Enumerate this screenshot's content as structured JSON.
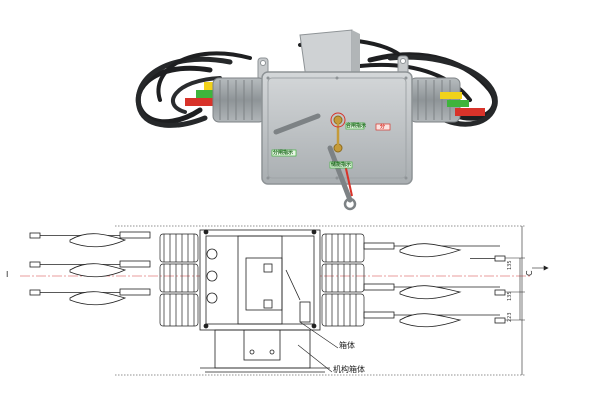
{
  "photo": {
    "panel_labels": {
      "left_plate": "分闸指示",
      "lever_plate": "合闸指示",
      "bottom_plate": "储能指示",
      "warning_plate": "分"
    }
  },
  "drawing": {
    "dims": {
      "upper_spacing": "135",
      "lower_spacing": "135",
      "bottom_offset": "223"
    },
    "overall_height_label": "C",
    "side_marker": "I",
    "callouts": {
      "box": "箱体",
      "mechanism_box": "机构箱体"
    }
  },
  "colors": {
    "tank": "#bfc3c5",
    "tank_edge": "#8e9396",
    "bushing": "#9aa0a3",
    "yellow": "#f1d21a",
    "green": "#3fb43c",
    "red": "#d8332a",
    "cable": "#1e1f21",
    "bracket": "#cfd2d4",
    "line": "#222222",
    "centerline": "#d23a3a"
  }
}
